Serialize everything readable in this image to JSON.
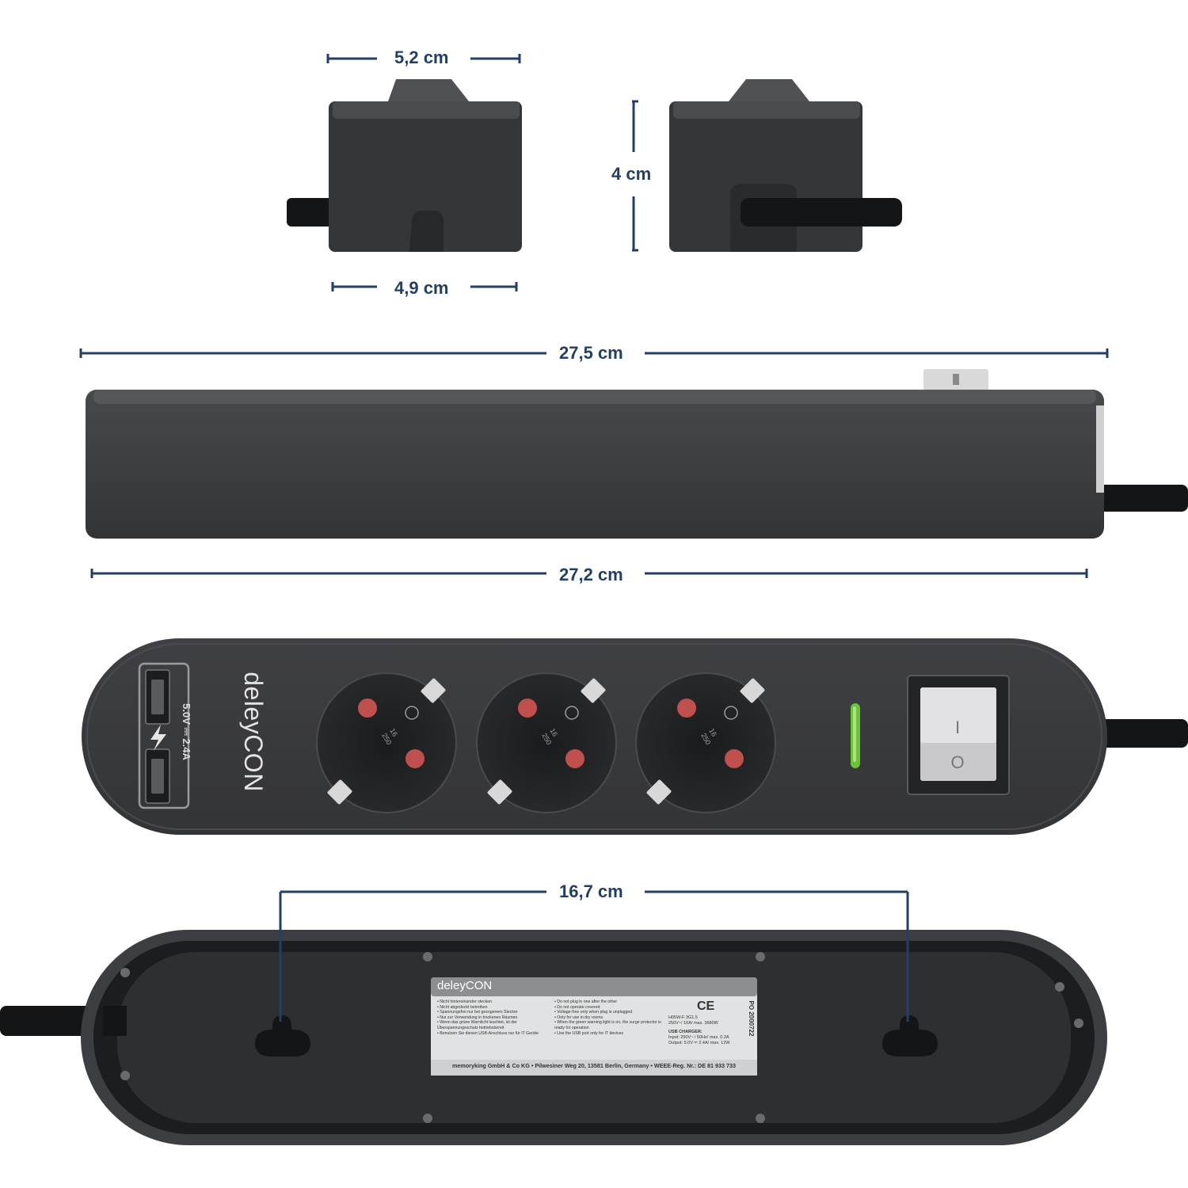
{
  "dimensions": {
    "top_width": "5,2 cm",
    "height": "4 cm",
    "bottom_width": "4,9 cm",
    "total_length": "27,5 cm",
    "body_length": "27,2 cm",
    "mount_distance": "16,7 cm"
  },
  "product": {
    "brand": "deleyCON",
    "usb_rating": "5.0V ⎓ 2.4A",
    "switch_on_mark": "I",
    "switch_off_mark": "O",
    "socket_rating_1": "16",
    "socket_rating_2": "250"
  },
  "rating_label": {
    "brand": "deleyCON",
    "german_notes": [
      "Nicht hintereinander stecken",
      "Nicht abgedeckt betreiben",
      "Spannungsfrei nur bei gezogenem Stecker",
      "Nur zur Verwendung in trockenen Räumen",
      "Wenn das grüne Warnlicht leuchtet, ist der Überspannungsschutz betriebsbereit",
      "Benutzen Sie diesen USB-Anschluss nur für IT Geräte"
    ],
    "english_notes": [
      "Do not plug in one after the other",
      "Do not operate covered",
      "Voltage-free only when plug is unplugged",
      "Only for use in dry rooms",
      "When the green warning light is on, the surge protector is ready for operation",
      "Use the USB port only for IT devices"
    ],
    "cable_spec": "H05W-F 3G1.5",
    "power_spec": "250V~/ 16A/ max. 3680W",
    "usb_heading": "USB CHARGER:",
    "usb_input": "Input: 250V~ / 50Hz/ max. 0.2A",
    "usb_output": "Output: 5.0V ⎓ 2.4A/ max. 12W",
    "po_number": "PO 2000722",
    "marks": "CE",
    "manufacturer": "memoryking GmbH & Co KG • Pilwesiner Weg 20, 13581 Berlin, Germany • WEEE-Reg. Nr.: DE 81 933 733"
  },
  "colors": {
    "dimension_line": "#243f66",
    "body": "#3a3b3d",
    "body_dark": "#2a2b2d",
    "cable": "#101112",
    "pin": "#c0504d",
    "led": "#6bc33a"
  }
}
